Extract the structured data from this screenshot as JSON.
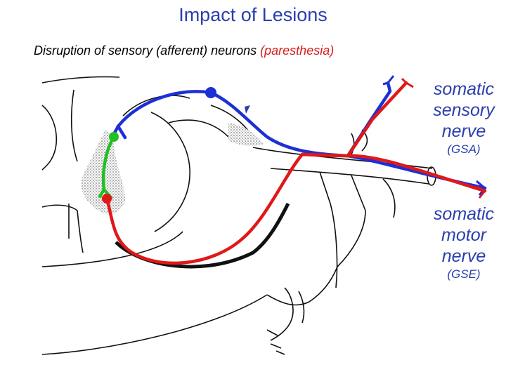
{
  "slide": {
    "title": "Impact of Lesions",
    "subtitle_main": "Disruption of sensory (afferent) neurons ",
    "subtitle_accent": "(paresthesia)"
  },
  "labels": {
    "sensory": {
      "line1": "somatic",
      "line2": "sensory",
      "line3": "nerve",
      "abbr": "(GSA)"
    },
    "motor": {
      "line1": "somatic",
      "line2": "motor",
      "line3": "nerve",
      "abbr": "(GSE)"
    }
  },
  "colors": {
    "title": "#2a3fae",
    "sensory_neuron": "#1e2fd6",
    "motor_neuron": "#e01818",
    "interneuron": "#22c022",
    "outline": "#111111"
  }
}
